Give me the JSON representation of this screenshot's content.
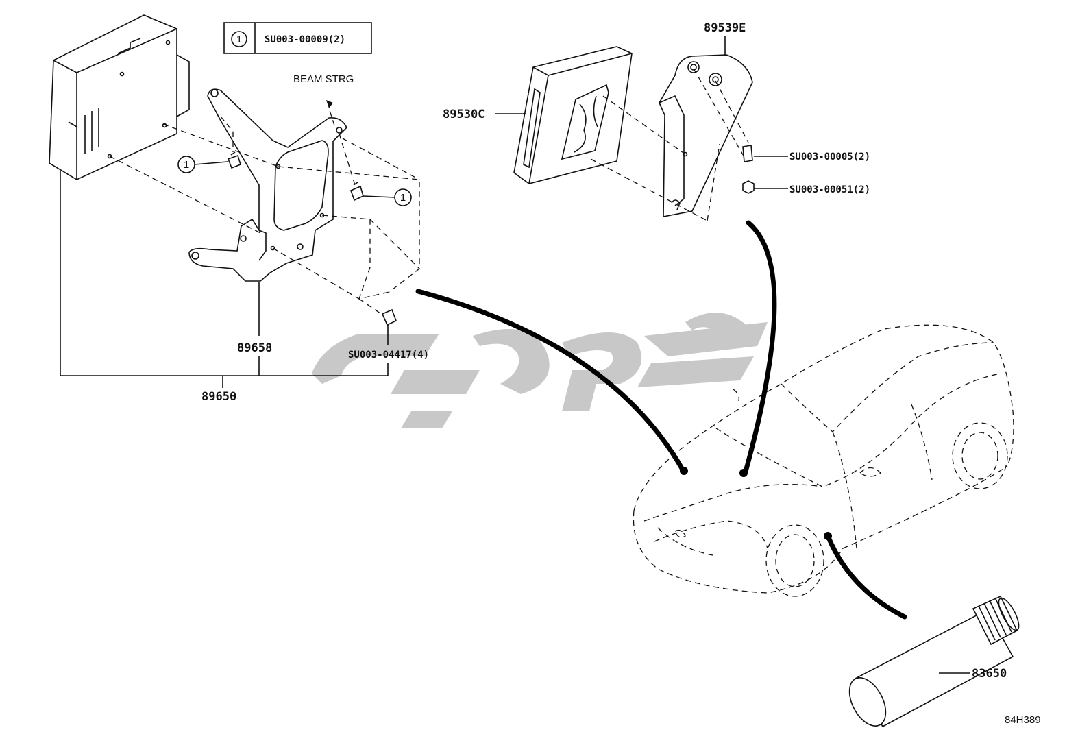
{
  "legend": {
    "num": "1",
    "code": "SU003-00009(2)"
  },
  "labels": {
    "beam_strg": "BEAM STRG",
    "p89539e": "89539E",
    "p89530c": "89530C",
    "su00005": "SU003-00005(2)",
    "su00051": "SU003-00051(2)",
    "p89658": "89658",
    "su04417": "SU003-04417(4)",
    "p89650": "89650",
    "p83650": "83650",
    "ref": "84H389",
    "callout1": "1"
  },
  "watermark": {
    "color": "#c8c8c8"
  }
}
